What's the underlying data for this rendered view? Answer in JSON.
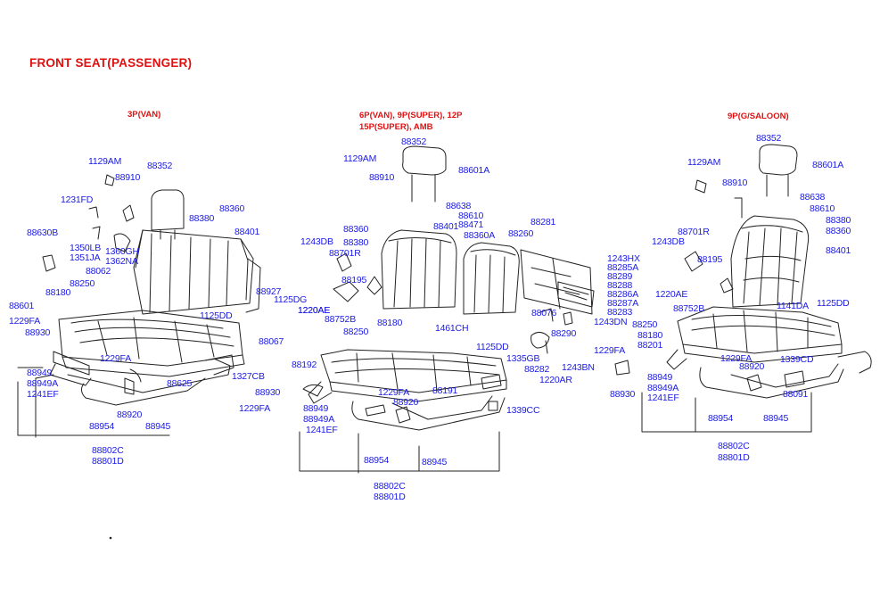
{
  "title": "FRONT SEAT(PASSENGER)",
  "sections": {
    "left": "3P(VAN)",
    "middle_line1": "6P(VAN), 9P(SUPER), 12P",
    "middle_line2": "15P(SUPER), AMB",
    "right": "9P(G/SALOON)"
  },
  "colors": {
    "heading": "#e01010",
    "part_label": "#1a1ae6",
    "line_art": "#222222"
  },
  "parts": {
    "left": {
      "p1129am": "1129AM",
      "p88352": "88352",
      "p88910": "88910",
      "p1231fd": "1231FD",
      "p88360": "88360",
      "p88380": "88380",
      "p88401": "88401",
      "p88630b": "88630B",
      "p1350lb": "1350LB",
      "p1351ja": "1351JA",
      "p1360gh": "1360GH",
      "p1362na": "1362NA",
      "p88062": "88062",
      "p88250": "88250",
      "p88180": "88180",
      "p88601": "88601",
      "p88927": "88927",
      "p1125dg": "1125DG",
      "p1220ae": "1220AE",
      "p1125dd": "1125DD",
      "p1229fa_a": "1229FA",
      "p88930": "88930",
      "p88067": "88067",
      "p1229fa_b": "1229FA",
      "p88949": "88949",
      "p88949a": "88949A",
      "p1241ef": "1241EF",
      "p88625": "88625",
      "p1327cb": "1327CB",
      "p88920": "88920",
      "p88954": "88954",
      "p88945": "88945",
      "p88802c": "88802C",
      "p88801d": "88801D"
    },
    "middle": {
      "p88352": "88352",
      "p88601a": "88601A",
      "p1129am": "1129AM",
      "p88910": "88910",
      "p88638": "88638",
      "p88610": "88610",
      "p88471": "88471",
      "p88281": "88281",
      "p88360": "88360",
      "p88401": "88401",
      "p88360a": "88360A",
      "p88260": "88260",
      "p1243db": "1243DB",
      "p88380": "88380",
      "p88701r": "88701R",
      "p1243hx": "1243HX",
      "p88285a": "88285A",
      "p88289": "88289",
      "p88288": "88288",
      "p88195": "88195",
      "p88286a": "88286A",
      "p88287a": "88287A",
      "p1220ae": "1220AE",
      "p88283": "88283",
      "p88752b": "88752B",
      "p88076": "88076",
      "p1243dn": "1243DN",
      "p88180": "88180",
      "p88250": "88250",
      "p1461ch": "1461CH",
      "p88290": "88290",
      "p1125dd": "1125DD",
      "p88192": "88192",
      "p1335gb": "1335GB",
      "p88282": "88282",
      "p1243bn": "1243BN",
      "p1220ar": "1220AR",
      "p88930": "88930",
      "p1229fa_a": "1229FA",
      "p88191": "88191",
      "p1229fa_b": "1229FA",
      "p88920": "88920",
      "p88949": "88949",
      "p1339cc": "1339CC",
      "p88949a": "88949A",
      "p1241ef": "1241EF",
      "p88954": "88954",
      "p88945": "88945",
      "p88802c": "88802C",
      "p88801d": "88801D"
    },
    "right": {
      "p88352": "88352",
      "p1129am": "1129AM",
      "p88601a": "88601A",
      "p88910": "88910",
      "p88638": "88638",
      "p88610": "88610",
      "p88380": "88380",
      "p88360": "88360",
      "p88701r": "88701R",
      "p1243db": "1243DB",
      "p88401": "88401",
      "p88195": "88195",
      "p1220ae": "1220AE",
      "p1125dd": "1125DD",
      "p88752b": "88752B",
      "p1141da": "1141DA",
      "p88250": "88250",
      "p88180": "88180",
      "p88201": "88201",
      "p1229fa_a": "1229FA",
      "p1229fa_b": "1229FA",
      "p1339cd": "1339CD",
      "p88920": "88920",
      "p88949": "88949",
      "p88949a": "88949A",
      "p88091": "88091",
      "p88930": "88930",
      "p1241ef": "1241EF",
      "p88954": "88954",
      "p88945": "88945",
      "p88802c": "88802C",
      "p88801d": "88801D"
    }
  }
}
